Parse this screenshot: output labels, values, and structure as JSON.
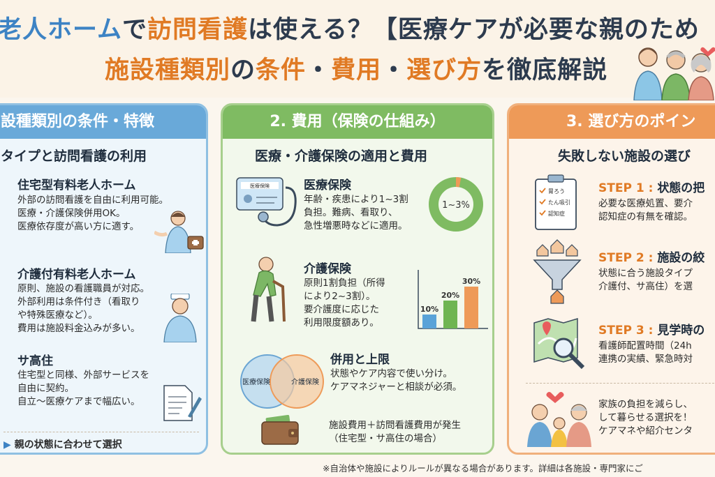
{
  "header": {
    "title_line1": [
      {
        "text": "老人ホーム",
        "color": "blue"
      },
      {
        "text": "で",
        "color": "dark"
      },
      {
        "text": "訪問看護",
        "color": "orange"
      },
      {
        "text": "は使える？【医療ケアが必要な親のため",
        "color": "dark"
      }
    ],
    "title_line2": [
      {
        "text": "施設種類別",
        "color": "orange"
      },
      {
        "text": "の",
        "color": "dark"
      },
      {
        "text": "条件",
        "color": "orange"
      },
      {
        "text": "・",
        "color": "dark"
      },
      {
        "text": "費用",
        "color": "orange"
      },
      {
        "text": "・",
        "color": "dark"
      },
      {
        "text": "選び方",
        "color": "orange"
      },
      {
        "text": "を徹底解説",
        "color": "dark"
      }
    ]
  },
  "panel1": {
    "heading": "設種類別の条件・特徴",
    "subheading": "タイプと訪問看護の利用",
    "items": [
      {
        "title": "住宅型有料老人ホーム",
        "lines": [
          "外部の訪問看護を自由に利用可能。",
          "医療・介護保険併用OK。",
          "医療依存度が高い方に適す。"
        ]
      },
      {
        "title": "介護付有料老人ホーム",
        "lines": [
          "原則、施設の看護職員が対応。",
          "外部利用は条件付き（看取り",
          "や特殊医療など）。",
          "費用は施設料金込みが多い。"
        ]
      },
      {
        "title": "サ高住",
        "lines": [
          "住宅型と同様、外部サービスを",
          "自由に契約。",
          "自立〜医療ケアまで幅広い。"
        ]
      }
    ],
    "footer": "親の状態に合わせて選択"
  },
  "panel2": {
    "heading": "2. 費用（保険の仕組み）",
    "subheading": "医療・介護保険の適用と費用",
    "medical": {
      "title": "医療保険",
      "lines": [
        "年齢・疾患により1~3割",
        "負担。難病、看取り、",
        "急性増悪時などに適用。"
      ],
      "card_label": "医療保険",
      "donut_label": "1~3%"
    },
    "care": {
      "title": "介護保険",
      "lines": [
        "原則1割負担（所得",
        "により2~3割）。",
        "要介護度に応じた",
        "利用限度額あり。"
      ]
    },
    "combined": {
      "title": "併用と上限",
      "lines": [
        "状態やケア内容で使い分け。",
        "ケアマネジャーと相談が必須。"
      ],
      "venn_left": "医療保険",
      "venn_right": "介護保険"
    },
    "cost": {
      "lines": [
        "施設費用＋訪問看護費用が発生",
        "（住宅型・サ高住の場合）"
      ]
    }
  },
  "panel3": {
    "heading": "3. 選び方のポイン",
    "subheading": "失敗しない施設の選び",
    "steps": [
      {
        "label": "STEP 1",
        "title": "状態の把",
        "lines": [
          "必要な医療処置、要介",
          "認知症の有無を確認。"
        ],
        "checklist": [
          "胃ろう",
          "たん吸引",
          "認知症"
        ]
      },
      {
        "label": "STEP 2",
        "title": "施設の絞",
        "lines": [
          "状態に合う施設タイプ",
          "介護付、サ高住）を選"
        ]
      },
      {
        "label": "STEP 3",
        "title": "見学時の",
        "lines": [
          "看護師配置時間（24h",
          "連携の実績、緊急時対"
        ]
      }
    ],
    "closing": [
      "家族の負担を減らし、",
      "して暮らせる選択を！",
      "ケアマネや紹介センタ"
    ]
  },
  "chart_data": {
    "type": "bar",
    "categories": [
      "",
      "",
      ""
    ],
    "values": [
      10,
      20,
      30
    ],
    "data_labels": [
      "10%",
      "20%",
      "30%"
    ],
    "colors": [
      "#5aa3d8",
      "#6fb552",
      "#ee9a58"
    ],
    "ylim": [
      0,
      34
    ]
  },
  "footer_note": "※自治体や施設によりルールが異なる場合があります。詳細は各施設・専門家にご",
  "colors": {
    "blue": "#3d83c4",
    "orange": "#e07a24",
    "dark": "#2d3b4e",
    "green": "#7fbb62"
  }
}
